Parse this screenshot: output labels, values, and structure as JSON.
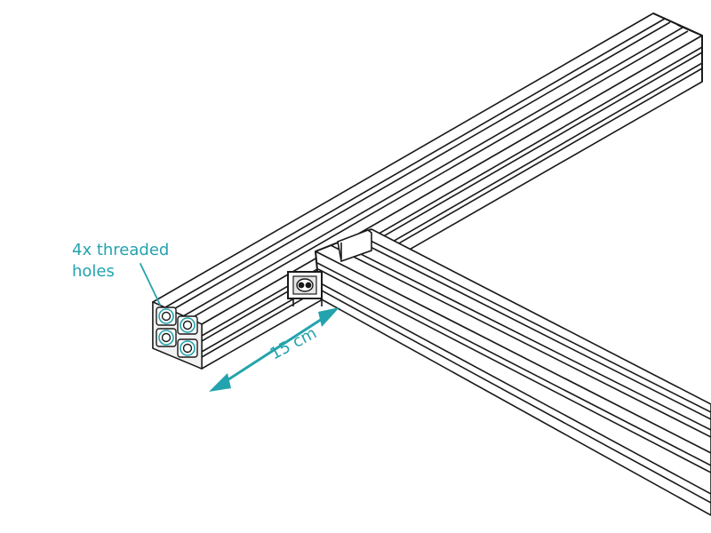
{
  "annotations": {
    "holes_label_line1": "4x threaded",
    "holes_label_line2": "holes",
    "dimension_label": "15 cm"
  },
  "colors": {
    "annotation": "#23a3ad",
    "line": "#1a1a1a",
    "fill": "#ffffff",
    "shade": "#d9d9d9"
  },
  "icons": [
    "double-arrow-icon",
    "leader-line-icon",
    "threaded-hole-icon",
    "corner-bracket-icon"
  ]
}
